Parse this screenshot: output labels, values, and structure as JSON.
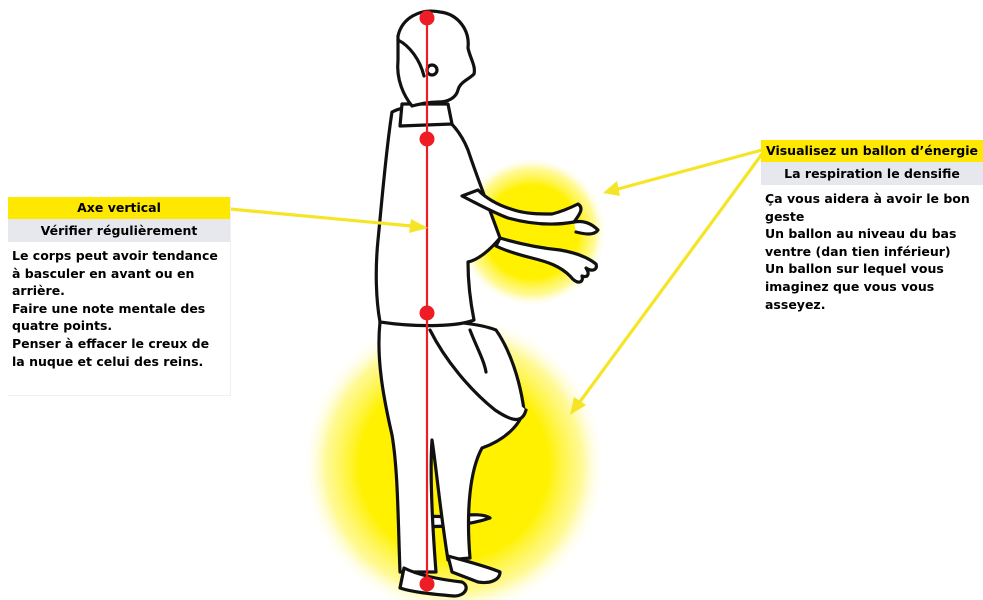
{
  "colors": {
    "accent": "#ffe800",
    "energy_ball": "#fff100",
    "axis_line": "#ee1c25",
    "axis_point": "#ee1c25",
    "subheader_bg": "#e6e8ee",
    "arrow": "#f5e526"
  },
  "left_panel": {
    "title": "Axe vertical",
    "subtitle": "Vérifier régulièrement",
    "lines": [
      "Le corps peut avoir tendance à basculer en avant ou en arrière.",
      "Faire une note mentale des quatre points.",
      "Penser à effacer le creux de la nuque et celui des reins."
    ]
  },
  "right_panel": {
    "title": "Visualisez un ballon d’énergie",
    "subtitle": "La respiration le densifie",
    "lines": [
      "Ça vous aidera à avoir le bon geste",
      "Un ballon au niveau du bas ventre (dan tien inférieur)",
      "Un ballon sur lequel vous imaginez que vous vous asseyez."
    ]
  },
  "figure": {
    "icon": "standing-man-illustration",
    "axis_point_count": 4
  }
}
